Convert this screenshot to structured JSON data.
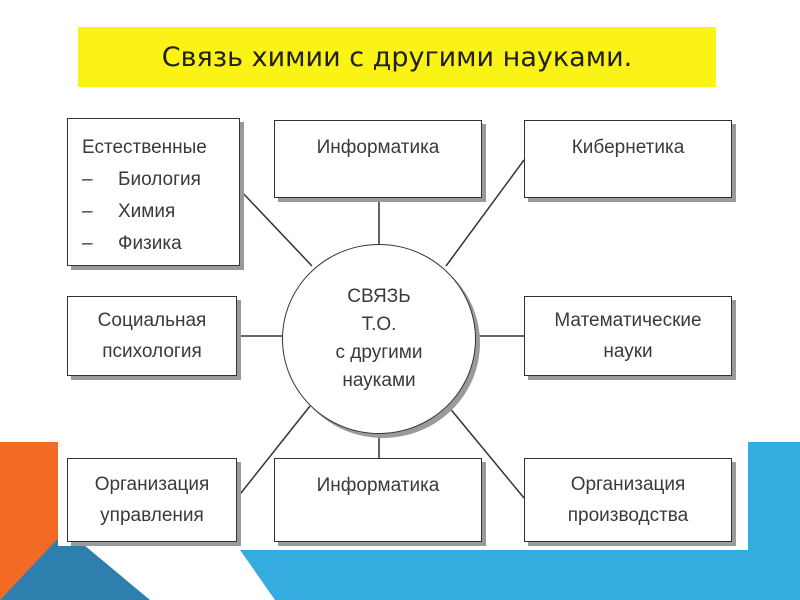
{
  "title": "Связь химии с другими науками.",
  "hub": {
    "lines": [
      "СВЯЗЬ",
      "Т.О.",
      "с другими",
      "науками"
    ]
  },
  "boxes": {
    "natural": {
      "heading": "Естественные",
      "items": [
        "Биология",
        "Химия",
        "Физика"
      ],
      "dash": "–"
    },
    "informatics_top": {
      "label": "Информатика"
    },
    "cybernetics": {
      "label": "Кибернетика"
    },
    "social_psychology": {
      "lines": [
        "Социальная",
        "психология"
      ]
    },
    "math_sciences": {
      "lines": [
        "Математические",
        "науки"
      ]
    },
    "org_management": {
      "lines": [
        "Организация",
        "управления"
      ]
    },
    "informatics_bottom": {
      "label": "Информатика"
    },
    "org_production": {
      "lines": [
        "Организация",
        "производства"
      ]
    }
  },
  "colors": {
    "title_background": "#fbf316",
    "accent_orange": "#f26a24",
    "accent_blue": "#35ace0",
    "box_border": "#333333"
  }
}
